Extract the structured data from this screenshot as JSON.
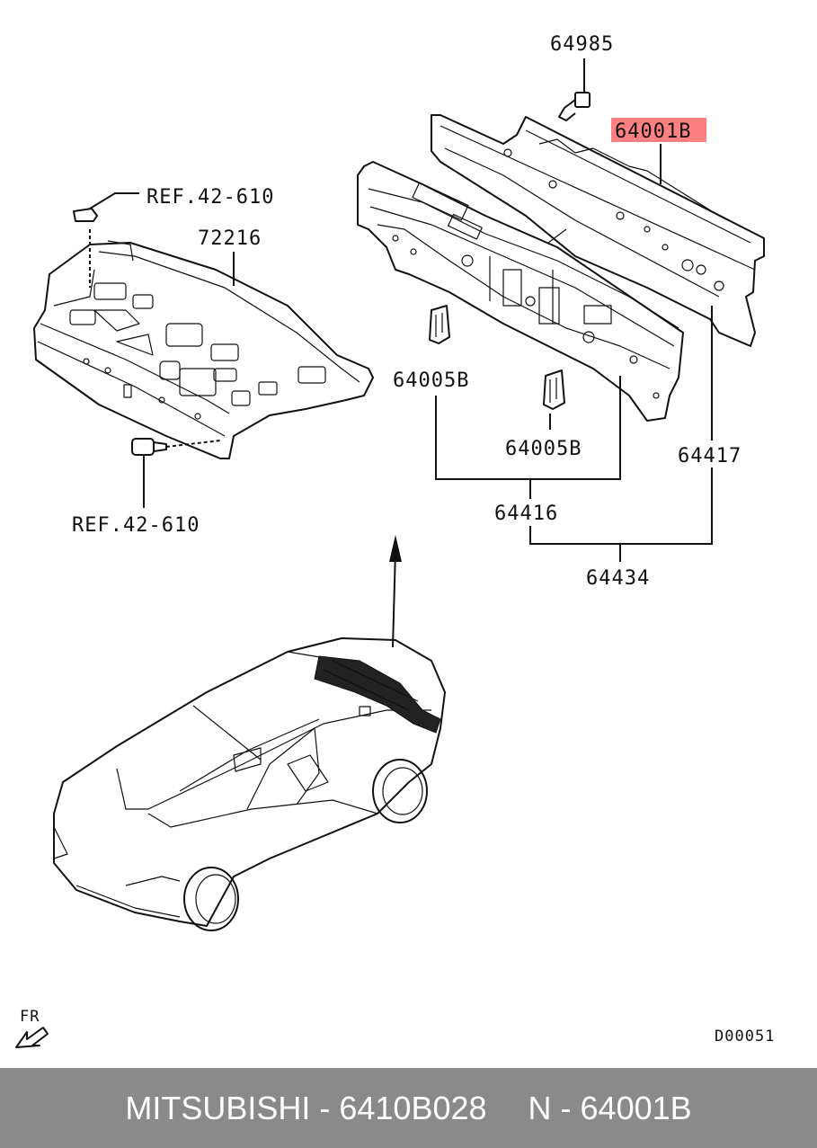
{
  "labels": {
    "clip": "64985",
    "highlighted_part": "64001B",
    "ref_top": "REF.42-610",
    "tray": "72216",
    "bracket_a": "64005B",
    "bracket_b": "64005B",
    "panel_assy_right": "64417",
    "panel_assy_mid": "64416",
    "panel_assy_total": "64434",
    "ref_bottom": "REF.42-610"
  },
  "direction_marker": "FR",
  "diagram_code": "D00051",
  "footer": {
    "brand": "MITSUBISHI",
    "sep1": " - ",
    "part_number": "6410B028",
    "ref_prefix": "N",
    "sep2": " - ",
    "ref_number": "64001B"
  },
  "colors": {
    "highlight": "#ff8080",
    "footer_bg": "#8a8a8a",
    "footer_text": "#ffffff"
  }
}
